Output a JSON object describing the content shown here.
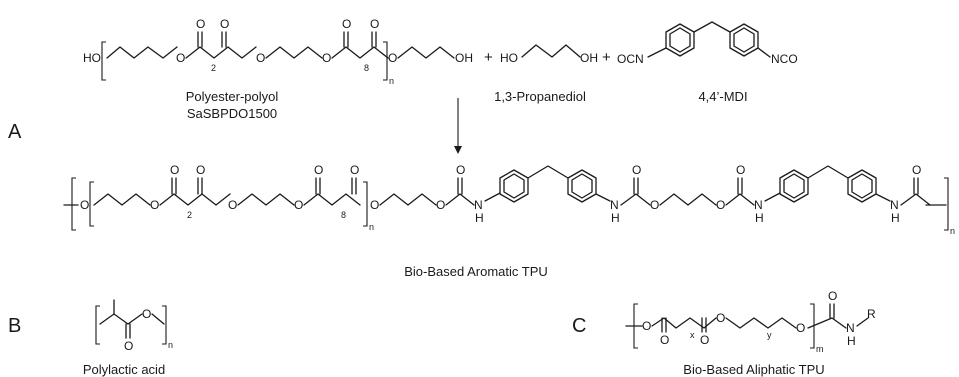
{
  "panels": {
    "a": "A",
    "b": "B",
    "c": "C"
  },
  "labels": {
    "polyol": "Polyester-polyol",
    "polyol_code": "SaSBPDO1500",
    "propanediol": "1,3-Propanediol",
    "mdi": "4,4’-MDI",
    "aromatic_tpu": "Bio-Based Aromatic TPU",
    "pla": "Polylactic acid",
    "aliphatic_tpu": "Bio-Based Aliphatic TPU"
  },
  "atoms": {
    "ho": "HO",
    "oh": "OH",
    "o": "O",
    "ocn": "OCN",
    "nco": "NCO",
    "h": "H",
    "n": "N",
    "r": "R"
  },
  "subscripts": {
    "two": "2",
    "eight": "8",
    "n": "n",
    "m": "m",
    "x": "x",
    "y": "y"
  },
  "operators": {
    "plus": "+"
  }
}
